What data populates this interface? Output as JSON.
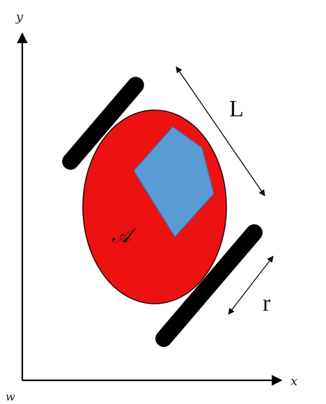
{
  "axes": {
    "x_label": "x",
    "y_label": "y",
    "frame_label": "w"
  },
  "labels": {
    "length": "L",
    "radius": "r",
    "body": "𝒜"
  },
  "colors": {
    "axis": "#000000",
    "wheel": "#000000",
    "body_fill": "#ee1111",
    "body_stroke": "#2a0000",
    "polygon_fill": "#5b9bd5",
    "polygon_stroke": "#3a6ea5",
    "arrow": "#000000"
  }
}
